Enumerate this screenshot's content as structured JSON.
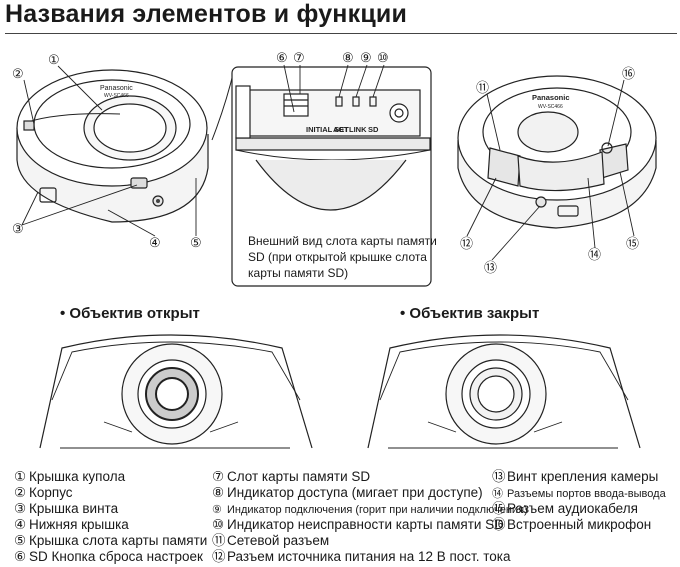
{
  "page": {
    "title": "Названия элементов и функции"
  },
  "callout_numbers": [
    "①",
    "②",
    "③",
    "④",
    "⑤",
    "⑥",
    "⑦",
    "⑧",
    "⑨",
    "⑩",
    "⑪",
    "⑫",
    "⑬",
    "⑭",
    "⑮",
    "⑯"
  ],
  "camera_brand": "Panasonic",
  "camera_model": "WV-SC466",
  "sd_labels": {
    "initial_set": "INITIAL SET",
    "act": "ACT",
    "link": "LINK",
    "sd": "SD"
  },
  "sd_caption": [
    "Внешний вид слота карты памяти",
    "SD (при открытой крышке слота",
    "карты памяти SD)"
  ],
  "lens_open": {
    "label": "• Объектив открыт"
  },
  "lens_closed": {
    "label": "• Объектив закрыт"
  },
  "legend": [
    {
      "num": "①",
      "text": "Крышка купола"
    },
    {
      "num": "②",
      "text": "Корпус"
    },
    {
      "num": "③",
      "text": "Крышка винта"
    },
    {
      "num": "④",
      "text": "Нижняя крышка"
    },
    {
      "num": "⑤",
      "text": "Крышка слота карты памяти"
    },
    {
      "num": "⑥",
      "text": "SD Кнопка сброса настроек"
    },
    {
      "num": "⑦",
      "text": "Слот карты памяти SD"
    },
    {
      "num": "⑧",
      "text": "Индикатор доступа (мигает при доступе)"
    },
    {
      "num": "⑨",
      "text": "Индикатор подключения (горит при наличии подключения)"
    },
    {
      "num": "⑩",
      "text": "Индикатор неисправности карты памяти SD"
    },
    {
      "num": "⑪",
      "text": "Сетевой разъем"
    },
    {
      "num": "⑫",
      "text": "Разъем источника питания на 12 В пост. тока"
    },
    {
      "num": "⑬",
      "text": "Винт крепления камеры"
    },
    {
      "num": "⑭",
      "text": "Разъемы портов ввода-вывода"
    },
    {
      "num": "⑮",
      "text": "Разъем аудиокабеля"
    },
    {
      "num": "⑯",
      "text": "Встроенный микрофон"
    }
  ]
}
